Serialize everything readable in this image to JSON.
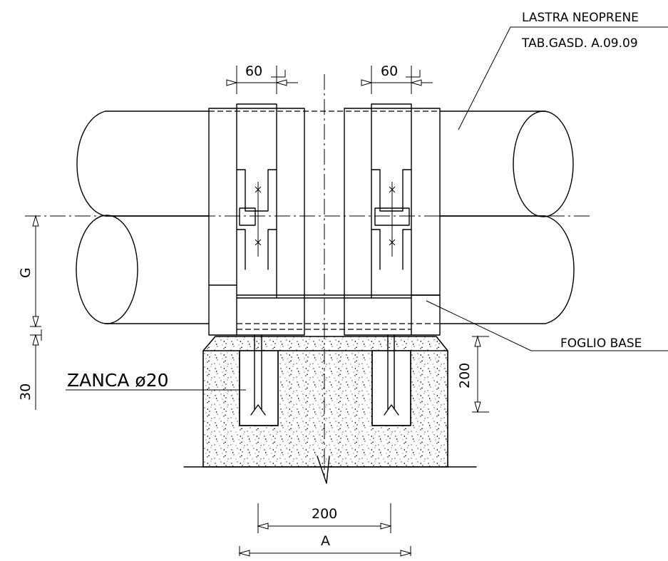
{
  "labels": {
    "neoprene_line1": "LASTRA NEOPRENE",
    "neoprene_line2": "TAB.GASD. A.09.09",
    "foglio_base": "FOGLIO BASE",
    "zanca": "ZANCA ø20"
  },
  "dimensions": {
    "top_left": "60",
    "top_right": "60",
    "height_g": "G",
    "height_30": "30",
    "height_200": "200",
    "bottom_200": "200",
    "bottom_a": "A"
  }
}
